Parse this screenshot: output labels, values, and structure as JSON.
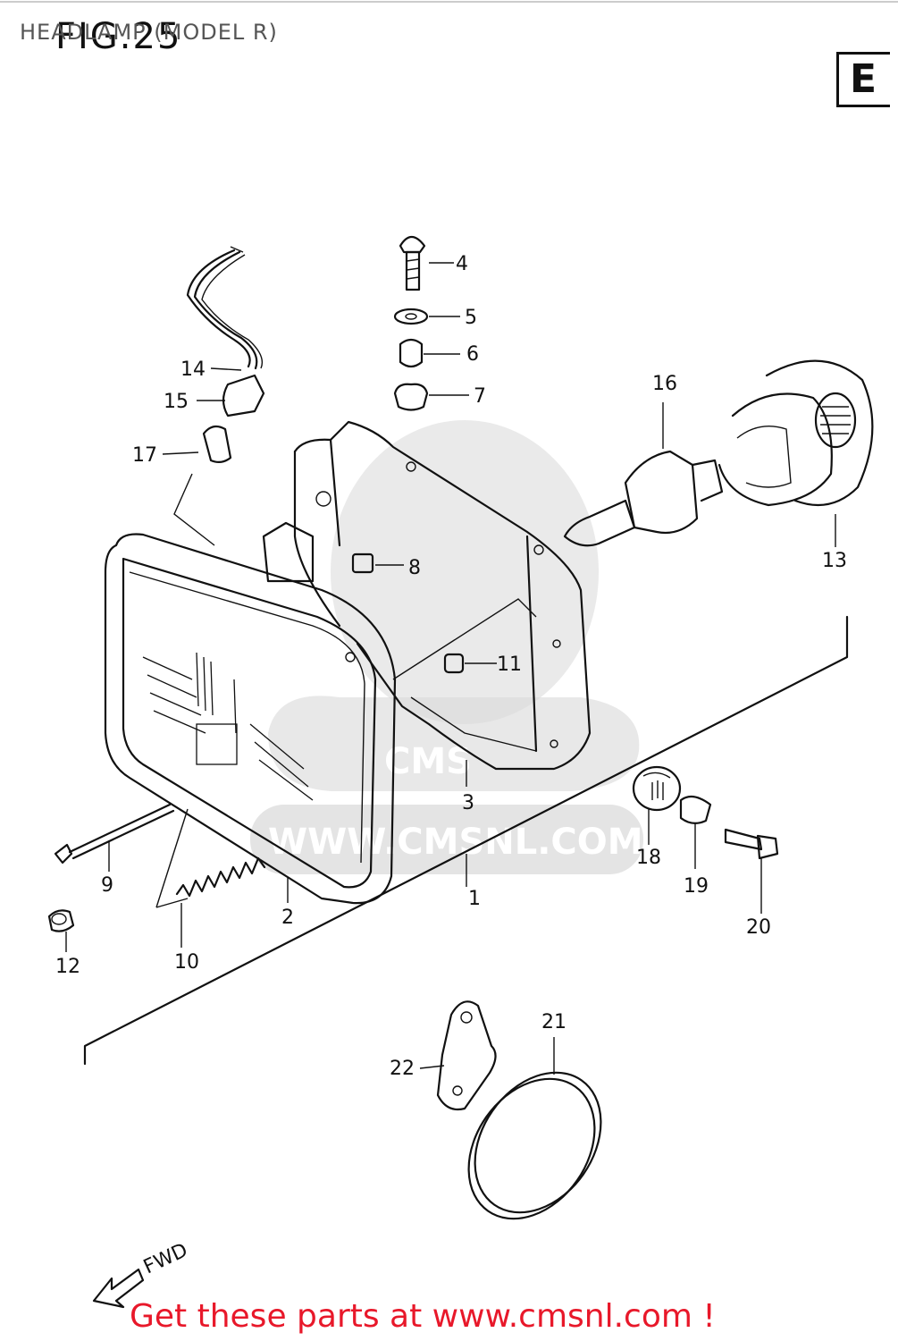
{
  "header": {
    "title": "HEADLAMP (MODEL R)"
  },
  "figure": {
    "label": "FIG.25",
    "section_code": "E"
  },
  "watermark": {
    "brand": "CMS",
    "site": "WWW.CMSNL.COM"
  },
  "direction": {
    "label": "FWD"
  },
  "callouts": [
    {
      "id": "1",
      "text": "1"
    },
    {
      "id": "2",
      "text": "2"
    },
    {
      "id": "3",
      "text": "3"
    },
    {
      "id": "4",
      "text": "4"
    },
    {
      "id": "5",
      "text": "5"
    },
    {
      "id": "6",
      "text": "6"
    },
    {
      "id": "7",
      "text": "7"
    },
    {
      "id": "8",
      "text": "8"
    },
    {
      "id": "9",
      "text": "9"
    },
    {
      "id": "10",
      "text": "10"
    },
    {
      "id": "11",
      "text": "11"
    },
    {
      "id": "12",
      "text": "12"
    },
    {
      "id": "13",
      "text": "13"
    },
    {
      "id": "14",
      "text": "14"
    },
    {
      "id": "15",
      "text": "15"
    },
    {
      "id": "16",
      "text": "16"
    },
    {
      "id": "17",
      "text": "17"
    },
    {
      "id": "18",
      "text": "18"
    },
    {
      "id": "19",
      "text": "19"
    },
    {
      "id": "20",
      "text": "20"
    },
    {
      "id": "21",
      "text": "21"
    },
    {
      "id": "22",
      "text": "22"
    }
  ],
  "footer": {
    "cta": "Get these parts at www.cmsnl.com !"
  },
  "colors": {
    "footer_text": "#e8182a",
    "header_text": "#555555",
    "line": "#111111",
    "watermark": "#d8d8d8"
  }
}
